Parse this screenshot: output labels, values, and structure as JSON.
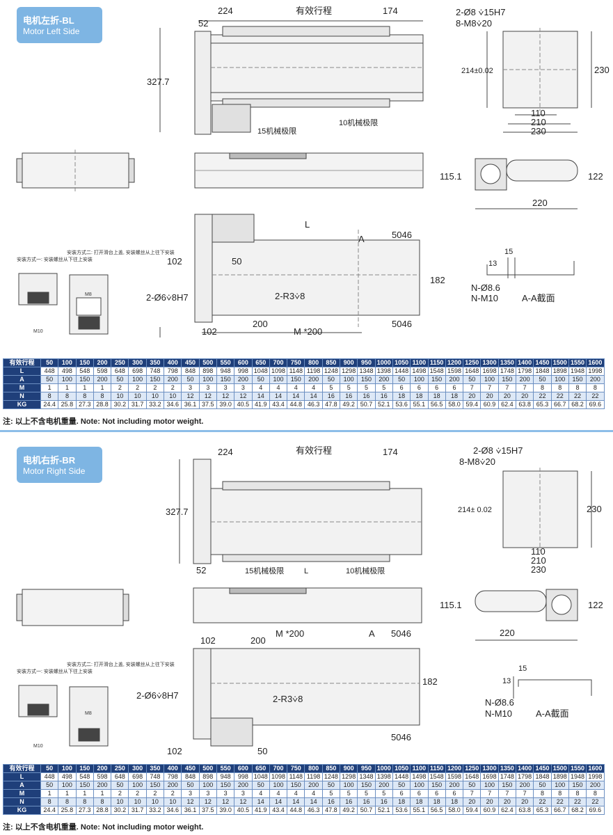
{
  "sections": [
    {
      "title_cn": "电机左折-BL",
      "title_en": "Motor Left Side",
      "labels": {
        "d224": "224",
        "effective": "有效行程",
        "d174": "174",
        "d52": "52",
        "d327": "327.7",
        "limit15": "15机械极限",
        "limit10": "10机械极限",
        "hole1": "2-Ø8 ⩒15H7",
        "hole2": "8-M8⩒20",
        "d214": "214±0.02",
        "d230r": "230",
        "d110": "110",
        "d210": "210",
        "d230": "230",
        "d115": "115.1",
        "d122": "122",
        "d220": "220",
        "L": "L",
        "A": "A",
        "d5046": "5046",
        "d102": "102",
        "d50": "50",
        "d182": "182",
        "pin": "2-Ø6⩒8H7",
        "r3": "2-R3⩒8",
        "d200": "200",
        "m200": "M *200",
        "d102b": "102",
        "d15": "15",
        "d13": "13",
        "n86": "N-Ø8.6",
        "nm10": "N-M10",
        "aa": "A-A截面",
        "m1": "安装方式一: 安装螺丝从下往上安装",
        "m2": "安装方式二: 打开滑台上盖, 安装螺丝从上往下安装",
        "m8": "M8",
        "m10": "M10"
      }
    },
    {
      "title_cn": "电机右折-BR",
      "title_en": "Motor Right Side",
      "labels": {
        "d224": "224",
        "effective": "有效行程",
        "d174": "174",
        "d52": "52",
        "d327": "327.7",
        "limit15": "15机械极限",
        "limit10": "10机械极限",
        "L": "L",
        "hole1": "2-Ø8 ⩒15H7",
        "hole2": "8-M8⩒20",
        "d214": "214± 0.02",
        "d230r": "230",
        "d110": "110",
        "d210": "210",
        "d230": "230",
        "d115": "115.1",
        "d122": "122",
        "d220": "220",
        "d102": "102",
        "d200": "200",
        "m200": "M *200",
        "A": "A",
        "d5046": "5046",
        "d182": "182",
        "pin": "2-Ø6⩒8H7",
        "r3": "2-R3⩒8",
        "d102b": "102",
        "d50": "50",
        "d15": "15",
        "d13": "13",
        "n86": "N-Ø8.6",
        "nm10": "N-M10",
        "aa": "A-A截面",
        "m1": "安装方式一: 安装螺丝从下往上安装",
        "m2": "安装方式二: 打开滑台上盖, 安装螺丝从上往下安装",
        "m8": "M8",
        "m10": "M10"
      }
    }
  ],
  "table": {
    "header_label": "有效行程",
    "strokes": [
      "50",
      "100",
      "150",
      "200",
      "250",
      "300",
      "350",
      "400",
      "450",
      "500",
      "550",
      "600",
      "650",
      "700",
      "750",
      "800",
      "850",
      "900",
      "950",
      "1000",
      "1050",
      "1100",
      "1150",
      "1200",
      "1250",
      "1300",
      "1350",
      "1400",
      "1450",
      "1500",
      "1550",
      "1600"
    ],
    "rows": [
      {
        "label": "L",
        "values": [
          "448",
          "498",
          "548",
          "598",
          "648",
          "698",
          "748",
          "798",
          "848",
          "898",
          "948",
          "998",
          "1048",
          "1098",
          "1148",
          "1198",
          "1248",
          "1298",
          "1348",
          "1398",
          "1448",
          "1498",
          "1548",
          "1598",
          "1648",
          "1698",
          "1748",
          "1798",
          "1848",
          "1898",
          "1948",
          "1998"
        ]
      },
      {
        "label": "A",
        "values": [
          "50",
          "100",
          "150",
          "200",
          "50",
          "100",
          "150",
          "200",
          "50",
          "100",
          "150",
          "200",
          "50",
          "100",
          "150",
          "200",
          "50",
          "100",
          "150",
          "200",
          "50",
          "100",
          "150",
          "200",
          "50",
          "100",
          "150",
          "200",
          "50",
          "100",
          "150",
          "200"
        ]
      },
      {
        "label": "M",
        "values": [
          "1",
          "1",
          "1",
          "1",
          "2",
          "2",
          "2",
          "2",
          "3",
          "3",
          "3",
          "3",
          "4",
          "4",
          "4",
          "4",
          "5",
          "5",
          "5",
          "5",
          "6",
          "6",
          "6",
          "6",
          "7",
          "7",
          "7",
          "7",
          "8",
          "8",
          "8",
          "8"
        ]
      },
      {
        "label": "N",
        "values": [
          "8",
          "8",
          "8",
          "8",
          "10",
          "10",
          "10",
          "10",
          "12",
          "12",
          "12",
          "12",
          "14",
          "14",
          "14",
          "14",
          "16",
          "16",
          "16",
          "16",
          "18",
          "18",
          "18",
          "18",
          "20",
          "20",
          "20",
          "20",
          "22",
          "22",
          "22",
          "22"
        ]
      },
      {
        "label": "KG",
        "values": [
          "24.4",
          "25.8",
          "27.3",
          "28.8",
          "30.2",
          "31.7",
          "33.2",
          "34.6",
          "36.1",
          "37.5",
          "39.0",
          "40.5",
          "41.9",
          "43.4",
          "44.8",
          "46.3",
          "47.8",
          "49.2",
          "50.7",
          "52.1",
          "53.6",
          "55.1",
          "56.5",
          "58.0",
          "59.4",
          "60.9",
          "62.4",
          "63.8",
          "65.3",
          "66.7",
          "68.2",
          "69.6"
        ]
      }
    ]
  },
  "note": "注: 以上不含电机重量. Note: Not including motor weight."
}
